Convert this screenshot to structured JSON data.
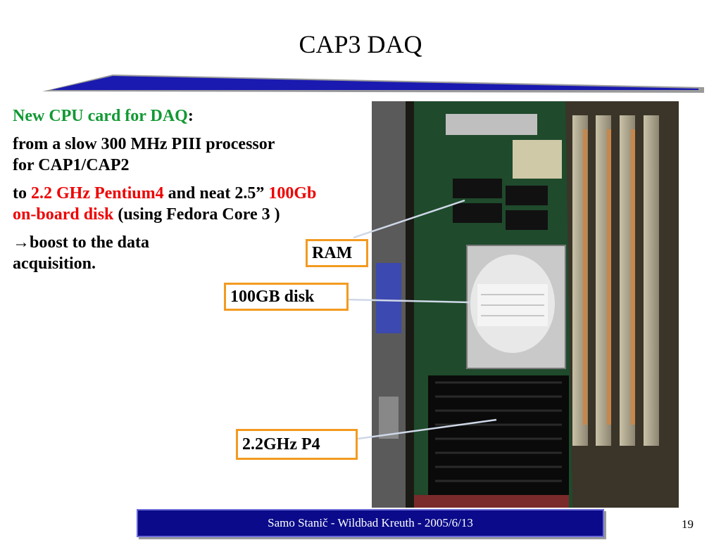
{
  "slide": {
    "title": "CAP3 DAQ",
    "page_number": "19"
  },
  "body": {
    "heading": "New CPU card for DAQ",
    "heading_colon": ":",
    "line2": "from a slow 300 MHz PIII processor for CAP1/CAP2",
    "line3_to": "to ",
    "line3_cpu": "2.2 GHz Pentium4",
    "line3_and": " and neat 2.5” ",
    "line3_disk": "100Gb on-board disk",
    "line3_os": " (using Fedora Core 3 )",
    "line4": "→boost to the data acquisition."
  },
  "callouts": {
    "ram": "RAM",
    "disk": "100GB disk",
    "cpu": "2.2GHz P4"
  },
  "footer": {
    "text": "Samo Stanič - Wildbad Kreuth - 2005/6/13"
  },
  "colors": {
    "heading_green": "#119933",
    "highlight_red": "#ee0000",
    "callout_border": "#f39a1f",
    "footer_bg": "#0a0a8a",
    "title_bar_blue": "#1a1ab0"
  }
}
